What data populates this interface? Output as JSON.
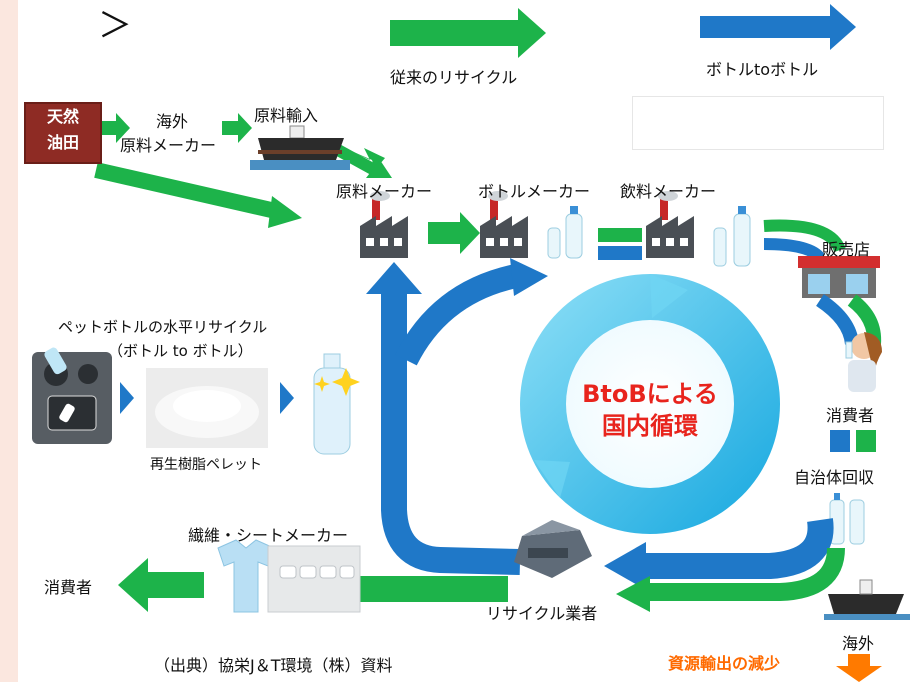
{
  "top_chevron": "＞",
  "legend": {
    "conventional_label": "従来のリサイクル",
    "conventional_color": "#1db34a",
    "b2b_label": "ボトルtoボトル",
    "b2b_color": "#1f78c8"
  },
  "nodes": {
    "oil_field_line1": "天然",
    "oil_field_line2": "油田",
    "overseas_maker_line1": "海外",
    "overseas_maker_line2": "原料メーカー",
    "material_import": "原料輸入",
    "material_maker": "原料メーカー",
    "bottle_maker": "ボトルメーカー",
    "beverage_maker": "飲料メーカー",
    "store": "販売店",
    "consumer_right": "消費者",
    "municipal_collection": "自治体回収",
    "overseas": "海外",
    "recycler": "リサイクル業者",
    "fiber_sheet_maker": "繊維・シートメーカー",
    "consumer_left": "消費者"
  },
  "pet_horizontal": {
    "title_line1": "ペットボトルの水平リサイクル",
    "title_line2": "（ボトル to ボトル）",
    "pellet_label": "再生樹脂ペレット"
  },
  "center_ring": {
    "line1": "BtoBによる",
    "line2": "国内循環",
    "text_color": "#e8241d"
  },
  "export_reduction": "資源輸出の減少",
  "source": "（出典）協栄J＆T環境（株）資料",
  "colors": {
    "oil_box": "#8e2b24",
    "ring_outer": "#23b6e6",
    "export_text": "#ff6a00"
  }
}
